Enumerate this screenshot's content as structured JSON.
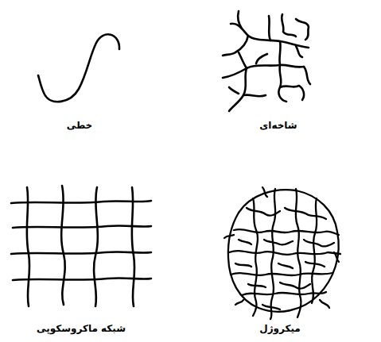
{
  "diagram": {
    "labels": [
      "شاخه‌ای",
      "خطی",
      "میکروژل",
      "شبکه ماکروسکوپی"
    ]
  }
}
